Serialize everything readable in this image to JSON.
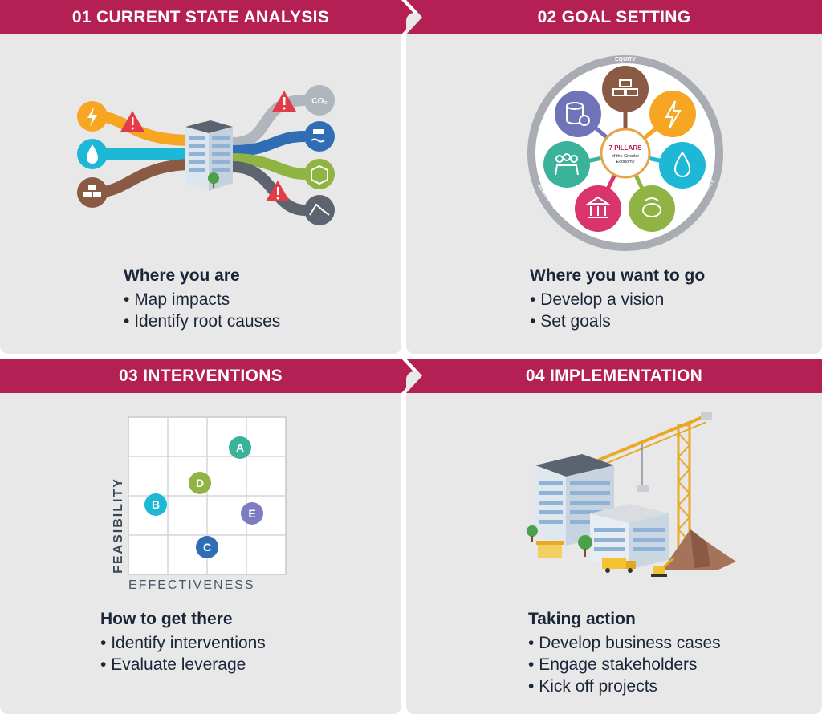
{
  "colors": {
    "banner": "#b41f54",
    "panel": "#e8e8e9",
    "text": "#1a2638"
  },
  "panels": [
    {
      "title": "01 CURRENT STATE ANALYSIS",
      "heading": "Where you are",
      "bullets": [
        "Map impacts",
        "Identify root causes"
      ],
      "icons": [
        "energy-icon",
        "water-icon",
        "materials-icon",
        "warning-icon",
        "co2-icon",
        "waste-water-icon",
        "product-icon",
        "land-degradation-icon",
        "building-icon"
      ],
      "icon_labels": {
        "co2": "CO₂"
      }
    },
    {
      "title": "02 GOAL SETTING",
      "heading": "Where you want to go",
      "bullets": [
        "Develop a vision",
        "Set goals"
      ],
      "wheel": {
        "center_title": "7 PILLARS",
        "center_subtitle_1": "of the Circular",
        "center_subtitle_2": "Economy",
        "ring_labels": [
          "EQUITY",
          "RESILIENCE",
          "TRANSPARENCY"
        ],
        "pillars": [
          {
            "icon": "materials-icon",
            "color": "#8a5a44"
          },
          {
            "icon": "energy-icon",
            "color": "#f6a623"
          },
          {
            "icon": "water-icon",
            "color": "#1cb8d6"
          },
          {
            "icon": "biodiversity-icon",
            "color": "#8fb443"
          },
          {
            "icon": "culture-icon",
            "color": "#d9346b"
          },
          {
            "icon": "society-icon",
            "color": "#3bb39b"
          },
          {
            "icon": "health-icon",
            "color": "#6f74b8"
          }
        ]
      }
    },
    {
      "title": "03 INTERVENTIONS",
      "heading": "How to get there",
      "bullets": [
        "Identify interventions",
        "Evaluate leverage"
      ],
      "matrix": {
        "xlabel": "EFFECTIVENESS",
        "ylabel": "FEASIBILITY",
        "points": [
          {
            "label": "A",
            "color": "#3bb39b"
          },
          {
            "label": "B",
            "color": "#1cb8d6"
          },
          {
            "label": "C",
            "color": "#2f6eb5"
          },
          {
            "label": "D",
            "color": "#8fb443"
          },
          {
            "label": "E",
            "color": "#7d7cc2"
          }
        ]
      }
    },
    {
      "title": "04 IMPLEMENTATION",
      "heading": "Taking action",
      "bullets": [
        "Develop business cases",
        "Engage stakeholders",
        "Kick off projects"
      ],
      "icons": [
        "building-icon",
        "crane-icon",
        "truck-icon",
        "excavator-icon",
        "soil-pile-icon"
      ]
    }
  ]
}
